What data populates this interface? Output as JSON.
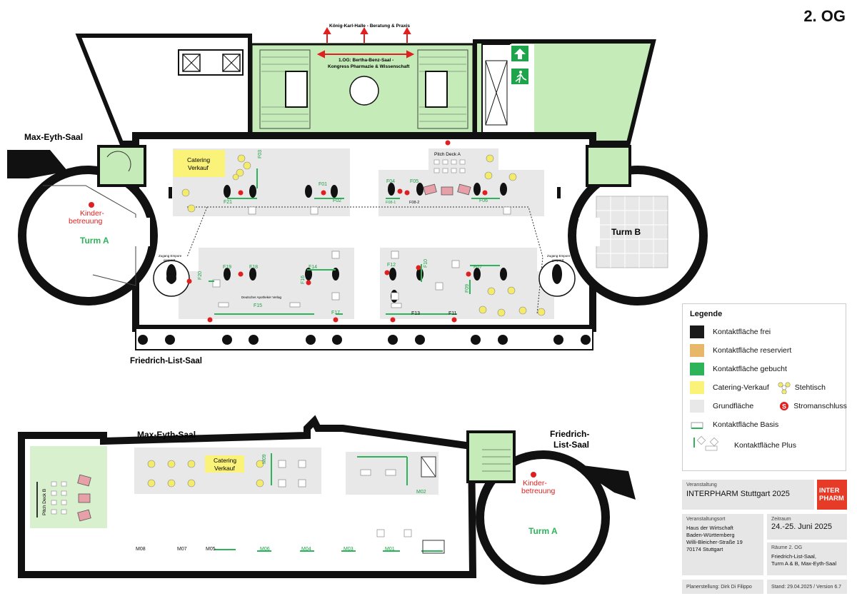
{
  "floor_label": "2. OG",
  "top_plan": {
    "rooms": {
      "max_eyth": "Max-Eyth-Saal",
      "turm_a": "Turm A",
      "turm_b": "Turm B",
      "friedrich_list": "Friedrich-List-Saal",
      "kinderbetreuung_line1": "Kinder-",
      "kinderbetreuung_line2": "betreuung",
      "koenig_karl": "König-Karl-Halle - Beratung & Praxis",
      "og1_line1": "1.OG: Bertha-Benz-Saal -",
      "og1_line2": "Kongress Pharmazie & Wissenschaft",
      "pitch_deck_a": "Pitch Deck A",
      "catering_line1": "Catering",
      "catering_line2": "Verkauf",
      "zugang_line1": "Zugang Empore",
      "zugang_line2": "gesperrt",
      "dav": "Deutscher Apotheker Verlag"
    },
    "booths": [
      "F01",
      "F02",
      "F03",
      "F04",
      "F05",
      "F06",
      "F07",
      "F08-1",
      "F08-2",
      "F09",
      "F10",
      "F11",
      "F12",
      "F13",
      "F14",
      "F15",
      "F16",
      "F17",
      "F18",
      "F19",
      "F20",
      "F21"
    ]
  },
  "bottom_plan": {
    "rooms": {
      "max_eyth": "Max-Eyth-Saal",
      "friedrich_line1": "Friedrich-",
      "friedrich_line2": "List-Saal",
      "turm_a": "Turm A",
      "kinderbetreuung_line1": "Kinder-",
      "kinderbetreuung_line2": "betreuung",
      "pitch_deck_b": "Pitch Deck B",
      "catering_line1": "Catering",
      "catering_line2": "Verkauf"
    },
    "booths": [
      "M01",
      "M02",
      "M03",
      "M04",
      "M05",
      "M06",
      "M07",
      "M08",
      "M09"
    ]
  },
  "legend": {
    "title": "Legende",
    "items": [
      {
        "label": "Kontaktfläche frei",
        "color": "#1a1a1a"
      },
      {
        "label": "Kontaktfläche reserviert",
        "color": "#e8b86a"
      },
      {
        "label": "Kontaktfläche gebucht",
        "color": "#2fb35a"
      },
      {
        "label": "Catering-Verkauf",
        "color": "#fbf27a",
        "extra": "Stehtisch"
      },
      {
        "label": "Grundfläche",
        "color": "#e8e8e8",
        "extra": "Stromanschluss"
      },
      {
        "label": "Kontaktfläche Basis"
      },
      {
        "label": "Kontaktfläche Plus"
      }
    ]
  },
  "title_block": {
    "veranstaltung_label": "Veranstaltung",
    "veranstaltung": "INTERPHARM Stuttgart 2025",
    "logo_line1": "INTER",
    "logo_line2": "PHARM",
    "ort_label": "Veranstaltungsort",
    "ort_lines": [
      "Haus der Wirtschaft",
      "Baden-Württemberg",
      "Willi-Bleicher-Straße 19",
      "70174 Stuttgart"
    ],
    "zeitraum_label": "Zeitraum",
    "zeitraum": "24.-25. Juni 2025",
    "raeume_label": "Räume 2. OG",
    "raeume_lines": [
      "Friedrich-List-Saal,",
      "Turm A & B, Max-Eyth-Saal"
    ],
    "planersteller": "Planerstellung: Dirk Di Filippo",
    "stand": "Stand:   29.04.2025 / Version 6.7"
  },
  "colors": {
    "green_area": "#c5ecb8",
    "green_booth": "#2fb35a",
    "grey_area": "#e8e8e8",
    "catering": "#fbf27a",
    "red": "#e02020",
    "logo": "#e63b26"
  }
}
